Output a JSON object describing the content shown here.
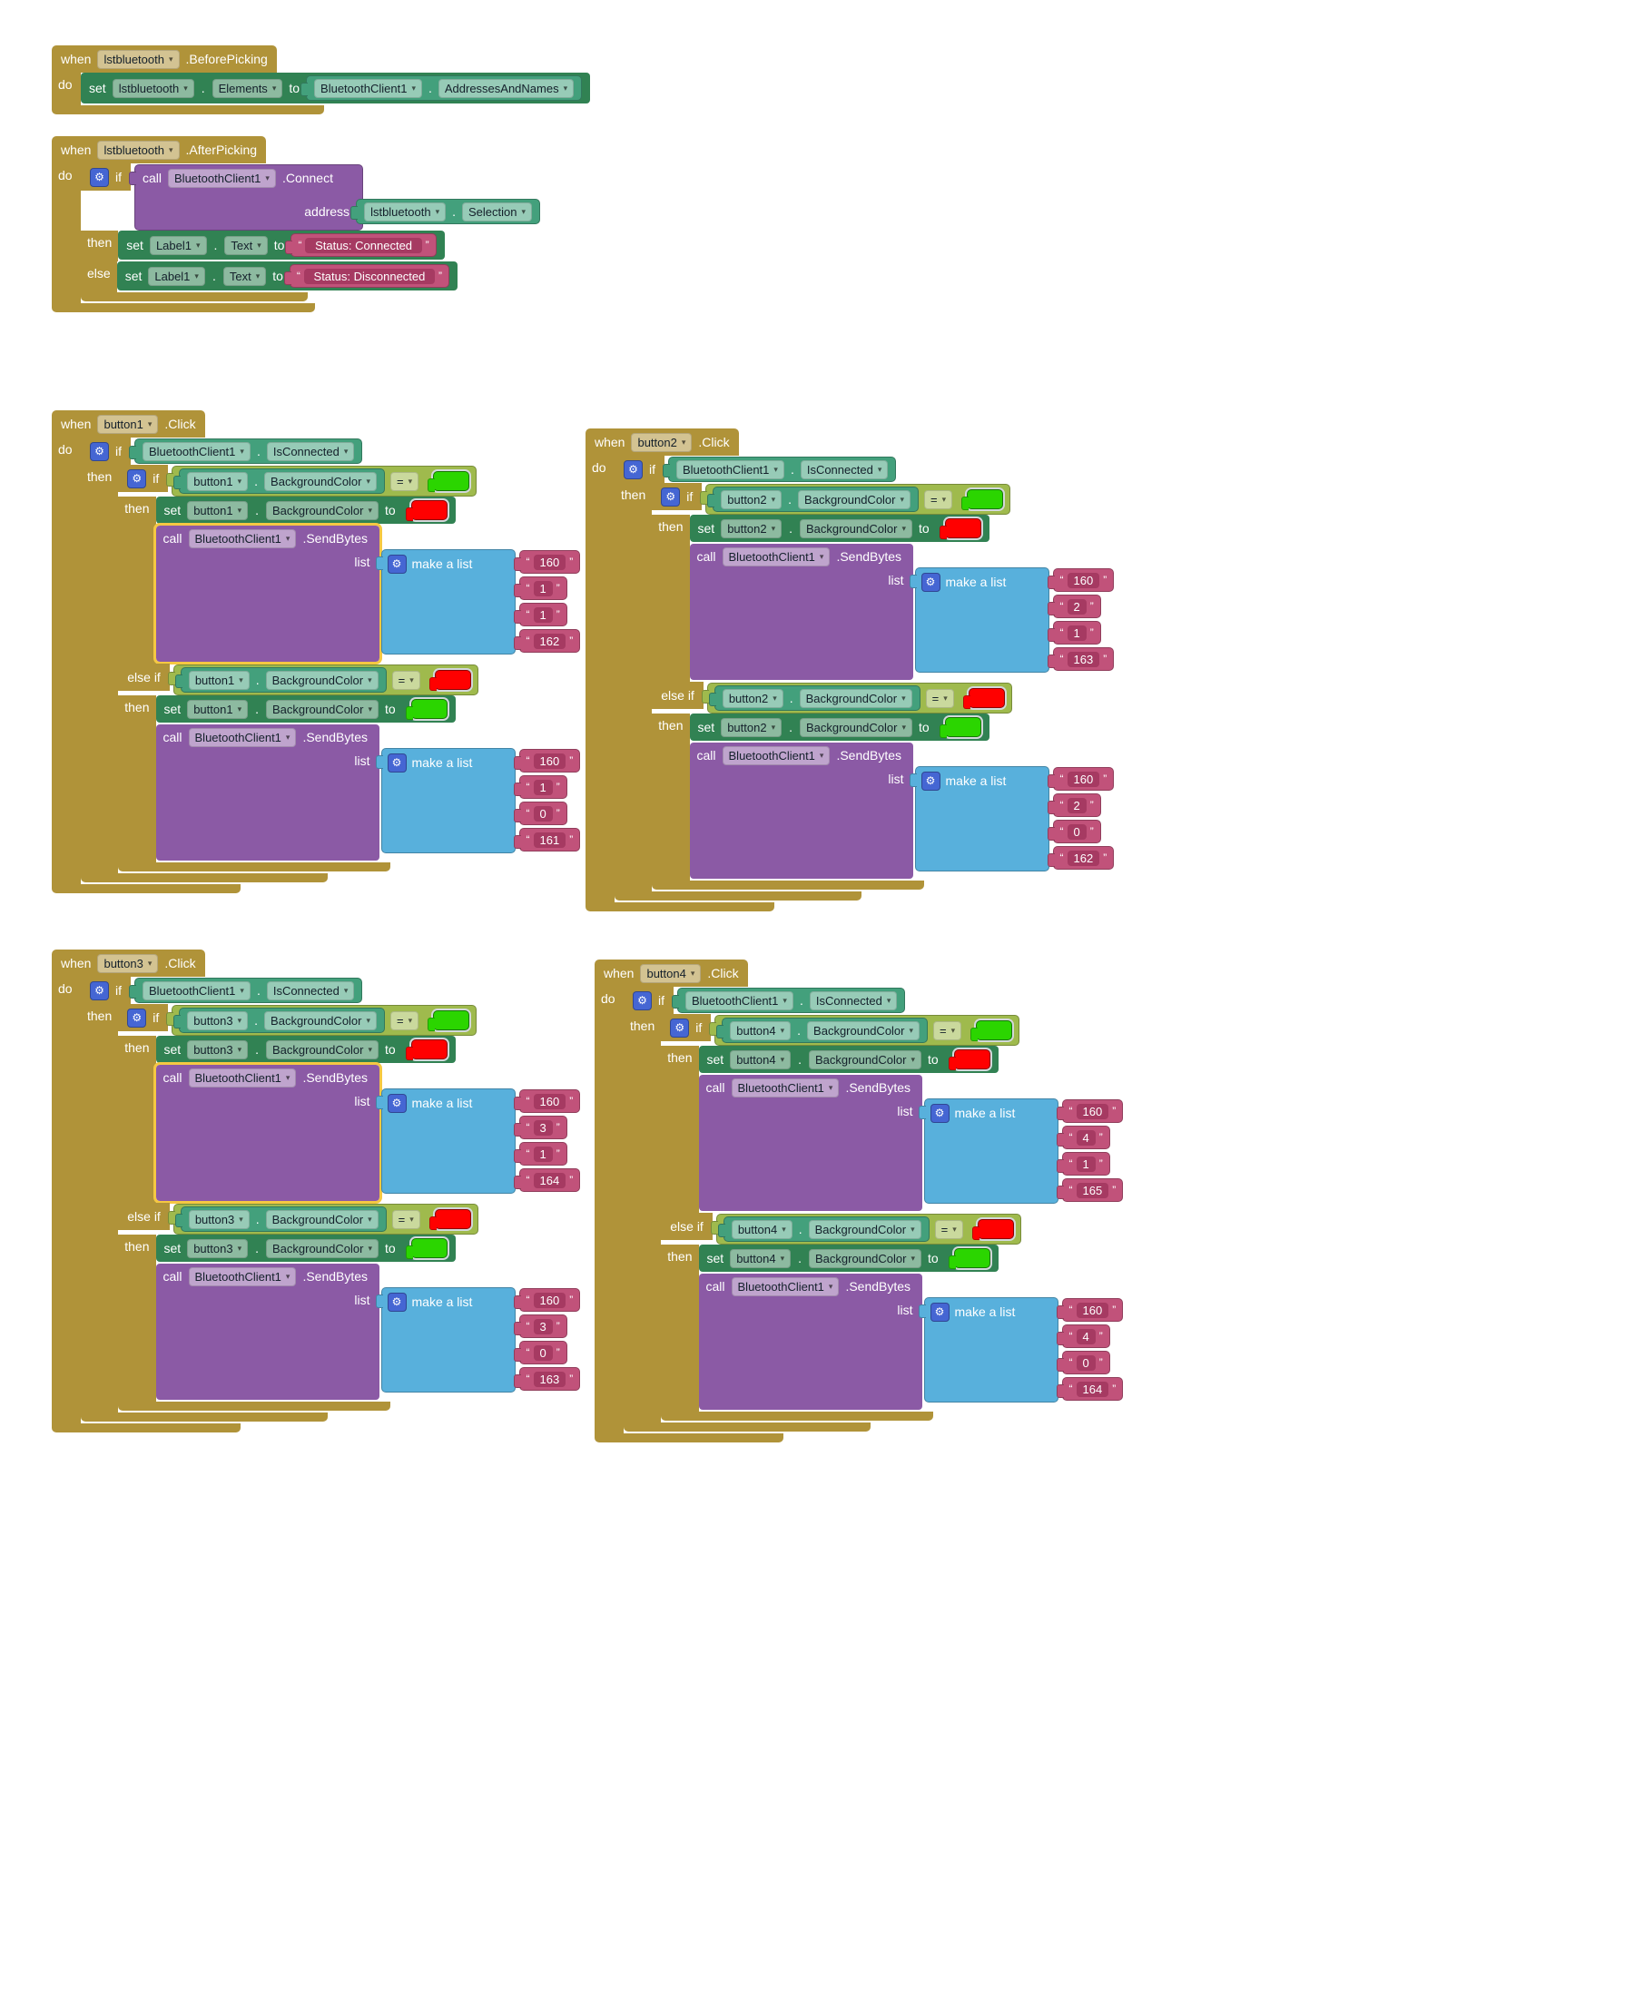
{
  "icons": {
    "gear": "⚙",
    "dropdown": "▾",
    "quote_open": "“",
    "quote_close": "”"
  },
  "colors": {
    "swatch_green": "#2bd500",
    "swatch_red": "#ff0000",
    "highlight": "#f5c842"
  },
  "labels": {
    "when": "when",
    "do": "do",
    "if": "if",
    "then": "then",
    "else": "else",
    "else_if": "else if",
    "set": "set",
    "to": "to",
    "call": "call",
    "list": "list",
    "address": "address",
    "make_a_list": "make a list",
    "eq": "=",
    "dot": "."
  },
  "before_picking": {
    "component": "lstbluetooth",
    "event": ".BeforePicking",
    "set_component": "lstbluetooth",
    "set_property": "Elements",
    "value_component": "BluetoothClient1",
    "value_property": "AddressesAndNames"
  },
  "after_picking": {
    "component": "lstbluetooth",
    "event": ".AfterPicking",
    "call_component": "BluetoothClient1",
    "call_method": ".Connect",
    "param": "address",
    "arg_component": "lstbluetooth",
    "arg_property": "Selection",
    "then_component": "Label1",
    "then_property": "Text",
    "then_value": " Status: Connected ",
    "else_component": "Label1",
    "else_property": "Text",
    "else_value": " Status: Disconnected "
  },
  "buttons": [
    {
      "component": "button1",
      "event": ".Click",
      "cond_component": "BluetoothClient1",
      "cond_property": "IsConnected",
      "prop": "BackgroundColor",
      "call_component": "BluetoothClient1",
      "call_method": ".SendBytes",
      "on_bytes": [
        "160",
        "1",
        "1",
        "162"
      ],
      "off_bytes": [
        "160",
        "1",
        "0",
        "161"
      ]
    },
    {
      "component": "button2",
      "event": ".Click",
      "cond_component": "BluetoothClient1",
      "cond_property": "IsConnected",
      "prop": "BackgroundColor",
      "call_component": "BluetoothClient1",
      "call_method": ".SendBytes",
      "on_bytes": [
        "160",
        "2",
        "1",
        "163"
      ],
      "off_bytes": [
        "160",
        "2",
        "0",
        "162"
      ]
    },
    {
      "component": "button3",
      "event": ".Click",
      "cond_component": "BluetoothClient1",
      "cond_property": "IsConnected",
      "prop": "BackgroundColor",
      "call_component": "BluetoothClient1",
      "call_method": ".SendBytes",
      "on_bytes": [
        "160",
        "3",
        "1",
        "164"
      ],
      "off_bytes": [
        "160",
        "3",
        "0",
        "163"
      ]
    },
    {
      "component": "button4",
      "event": ".Click",
      "cond_component": "BluetoothClient1",
      "cond_property": "IsConnected",
      "prop": "BackgroundColor",
      "call_component": "BluetoothClient1",
      "call_method": ".SendBytes",
      "on_bytes": [
        "160",
        "4",
        "1",
        "165"
      ],
      "off_bytes": [
        "160",
        "4",
        "0",
        "164"
      ]
    }
  ]
}
